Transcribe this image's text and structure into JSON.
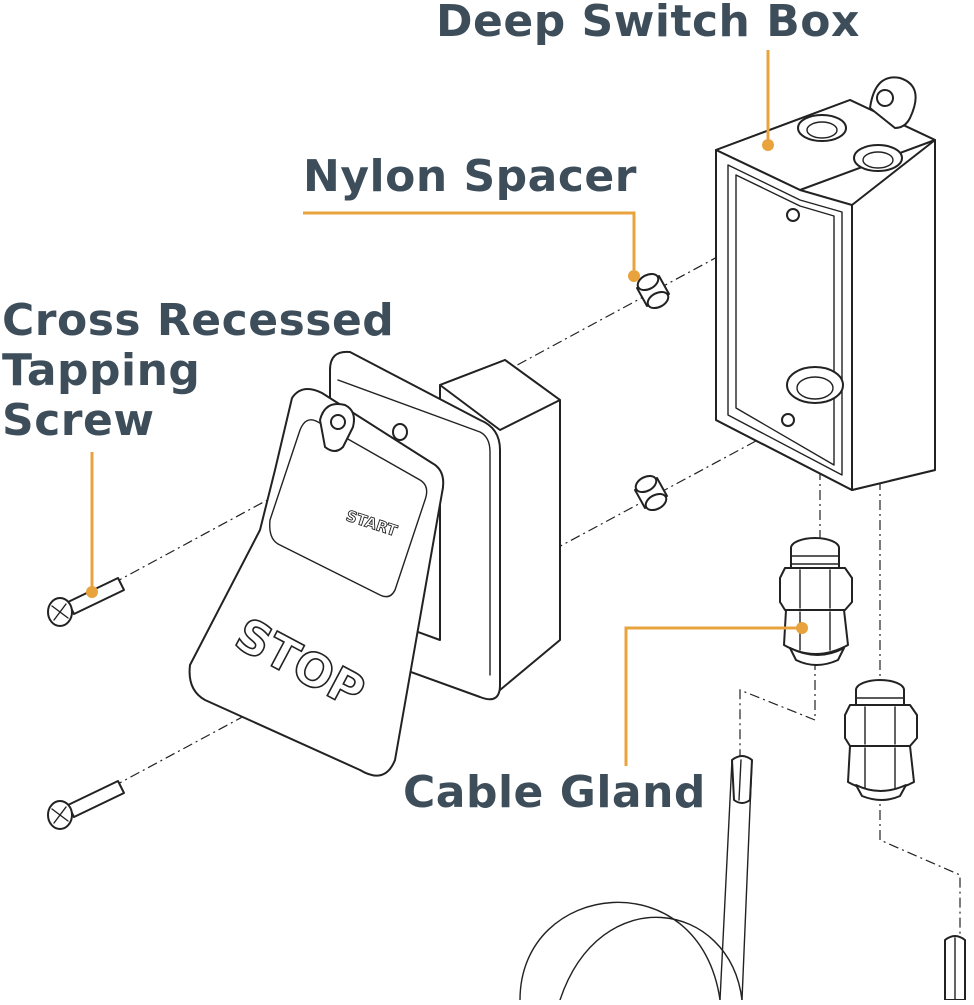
{
  "labels": {
    "deep_switch_box": "Deep Switch Box",
    "nylon_spacer": "Nylon Spacer",
    "cross_recessed": [
      "Cross Recessed",
      "Tapping",
      "Screw"
    ],
    "cable_gland": "Cable Gland"
  },
  "switch_text": {
    "stop": "STOP",
    "start": "START"
  },
  "colors": {
    "label_text": "#3d4d5a",
    "leader_line": "#e8a33d",
    "line_art": "#222222",
    "background": "#ffffff"
  },
  "icons": {
    "screw": "cross-recessed-screw-icon",
    "spacer": "nylon-spacer-icon",
    "gland": "cable-gland-icon",
    "box": "deep-switch-box-icon",
    "switch": "start-stop-switch-icon",
    "cable": "cable-icon"
  }
}
